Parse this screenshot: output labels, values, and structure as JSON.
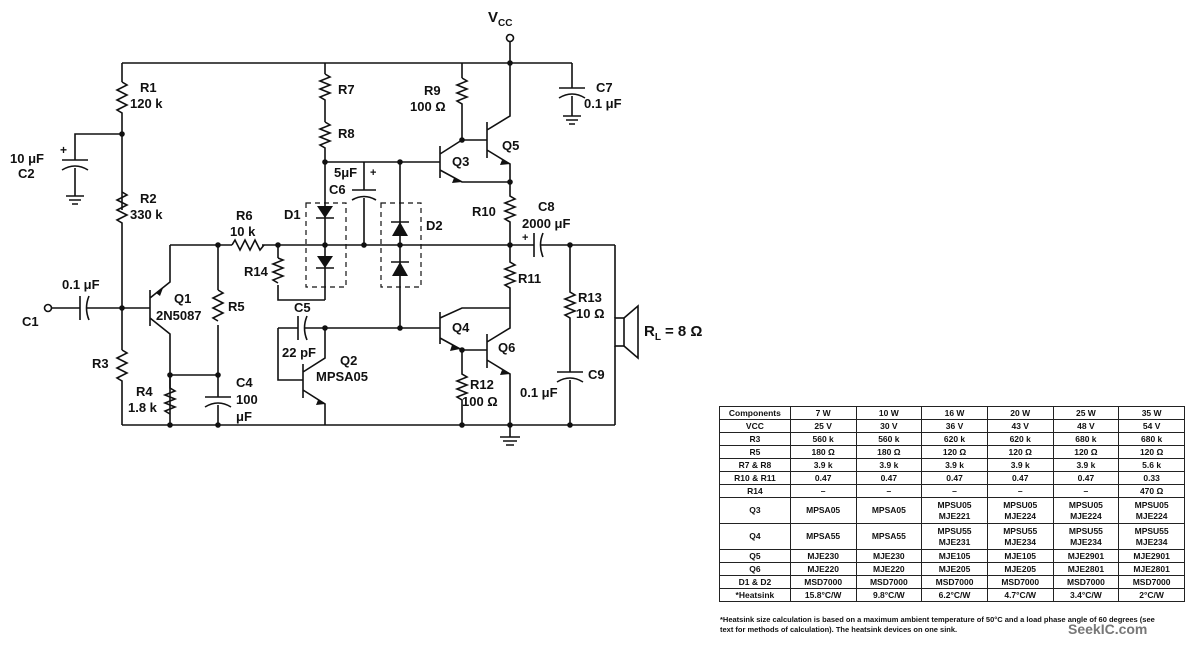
{
  "labels": {
    "vcc": "V",
    "vcc_sub": "CC",
    "r1": "R1",
    "r1v": "120 k",
    "r2": "R2",
    "r2v": "330 k",
    "r3": "R3",
    "r4": "R4",
    "r4v": "1.8 k",
    "r5": "R5",
    "r6": "R6",
    "r6v": "10 k",
    "r7": "R7",
    "r8": "R8",
    "r9": "R9",
    "r9v": "100 Ω",
    "r10": "R10",
    "r11": "R11",
    "r12": "R12",
    "r12v": "100 Ω",
    "r13": "R13",
    "r13v": "10 Ω",
    "r14": "R14",
    "c1": "C1",
    "c1v": "0.1 μF",
    "c2": "C2",
    "c2v": "10 μF",
    "c4": "C4",
    "c4v1": "100",
    "c4v2": "μF",
    "c5": "C5",
    "c5v": "22 pF",
    "c6": "C6",
    "c6v": "5μF",
    "c7": "C7",
    "c7v": "0.1 μF",
    "c8": "C8",
    "c8v": "2000 μF",
    "c9": "C9",
    "c9v": "0.1 μF",
    "d1": "D1",
    "d2": "D2",
    "q1": "Q1",
    "q1v": "2N5087",
    "q2": "Q2",
    "q2v": "MPSA05",
    "q3": "Q3",
    "q4": "Q4",
    "q5": "Q5",
    "q6": "Q6",
    "rl": "R",
    "rl_sub": "L",
    "rlv": "= 8 Ω",
    "plus": "+"
  },
  "table": {
    "header": [
      "Components",
      "7 W",
      "10 W",
      "16 W",
      "20 W",
      "25 W",
      "35 W"
    ],
    "rows": [
      {
        "c": "VCC",
        "v": [
          "25 V",
          "30 V",
          "36 V",
          "43 V",
          "48 V",
          "54 V"
        ]
      },
      {
        "c": "R3",
        "v": [
          "560 k",
          "560 k",
          "620 k",
          "620 k",
          "680 k",
          "680 k"
        ]
      },
      {
        "c": "R5",
        "v": [
          "180 Ω",
          "180 Ω",
          "120 Ω",
          "120 Ω",
          "120 Ω",
          "120 Ω"
        ]
      },
      {
        "c": "R7 & R8",
        "v": [
          "3.9 k",
          "3.9 k",
          "3.9 k",
          "3.9 k",
          "3.9 k",
          "5.6 k"
        ]
      },
      {
        "c": "R10 & R11",
        "v": [
          "0.47",
          "0.47",
          "0.47",
          "0.47",
          "0.47",
          "0.33"
        ]
      },
      {
        "c": "R14",
        "v": [
          "–",
          "–",
          "–",
          "–",
          "–",
          "470 Ω"
        ]
      },
      {
        "c": "Q3",
        "v": [
          "MPSA05",
          "MPSA05",
          "MPSU05 MJE221",
          "MPSU05 MJE224",
          "MPSU05 MJE224",
          "MPSU05 MJE224"
        ],
        "tall": true
      },
      {
        "c": "Q4",
        "v": [
          "MPSA55",
          "MPSA55",
          "MPSU55 MJE231",
          "MPSU55 MJE234",
          "MPSU55 MJE234",
          "MPSU55 MJE234"
        ],
        "tall": true
      },
      {
        "c": "Q5",
        "v": [
          "MJE230",
          "MJE230",
          "MJE105",
          "MJE105",
          "MJE2901",
          "MJE2901"
        ]
      },
      {
        "c": "Q6",
        "v": [
          "MJE220",
          "MJE220",
          "MJE205",
          "MJE205",
          "MJE2801",
          "MJE2801"
        ]
      },
      {
        "c": "D1 & D2",
        "v": [
          "MSD7000",
          "MSD7000",
          "MSD7000",
          "MSD7000",
          "MSD7000",
          "MSD7000"
        ]
      },
      {
        "c": "*Heatsink",
        "v": [
          "15.8°C/W",
          "9.8°C/W",
          "6.2°C/W",
          "4.7°C/W",
          "3.4°C/W",
          "2°C/W"
        ]
      }
    ]
  },
  "note": "*Heatsink size calculation is based on a maximum ambient temperature of 50°C and a load phase angle of 60 degrees (see text for methods of calculation). The heatsink devices on one sink.",
  "watermark": "SeekIC.com"
}
